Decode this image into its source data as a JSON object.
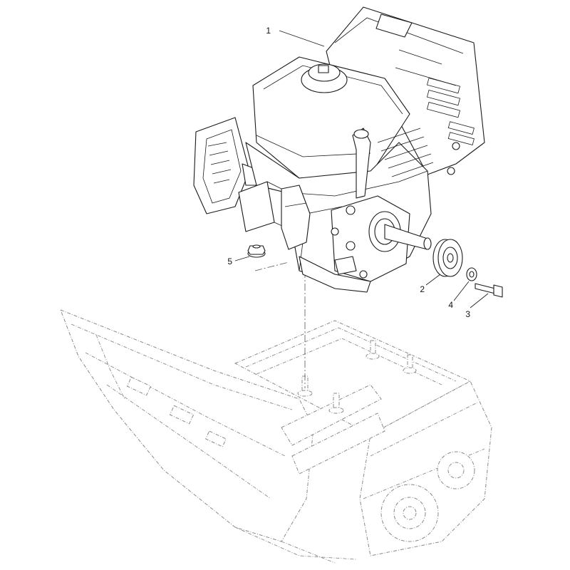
{
  "diagram": {
    "callouts": [
      {
        "id": "1",
        "label": "1"
      },
      {
        "id": "2",
        "label": "2"
      },
      {
        "id": "3",
        "label": "3"
      },
      {
        "id": "4",
        "label": "4"
      },
      {
        "id": "5",
        "label": "5"
      }
    ]
  },
  "colors": {
    "line": "#1a1a1a",
    "ghost_line": "#8a8a8a",
    "background": "#ffffff"
  }
}
